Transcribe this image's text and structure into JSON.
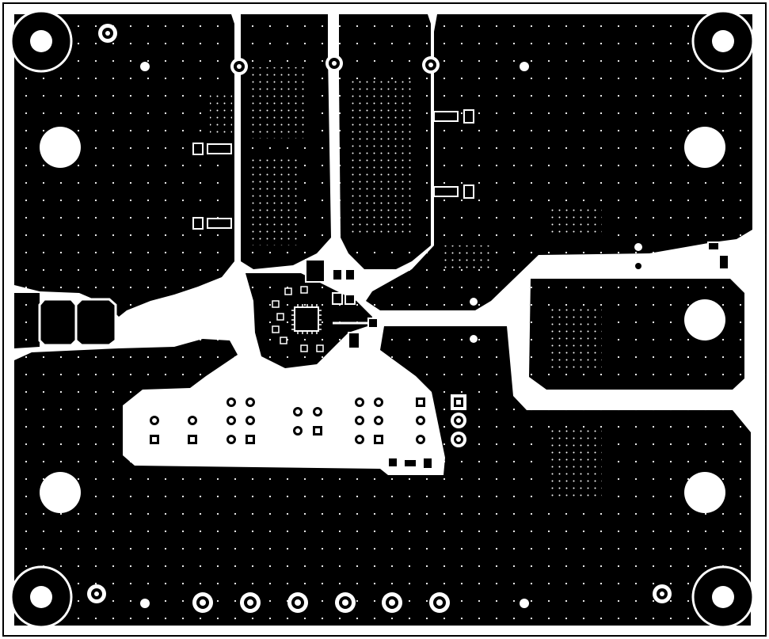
{
  "figure": {
    "kind": "pcb-copper-layer",
    "colors": {
      "copper": "#000000",
      "clearance": "#ffffff",
      "outline": "#000000"
    },
    "features": {
      "mounting_holes": 8,
      "plated_through_holes_round": 26,
      "plated_through_holes_square": 10,
      "center_ic": "qfn-package",
      "copper_pours": 10,
      "large_pads": 2
    }
  }
}
